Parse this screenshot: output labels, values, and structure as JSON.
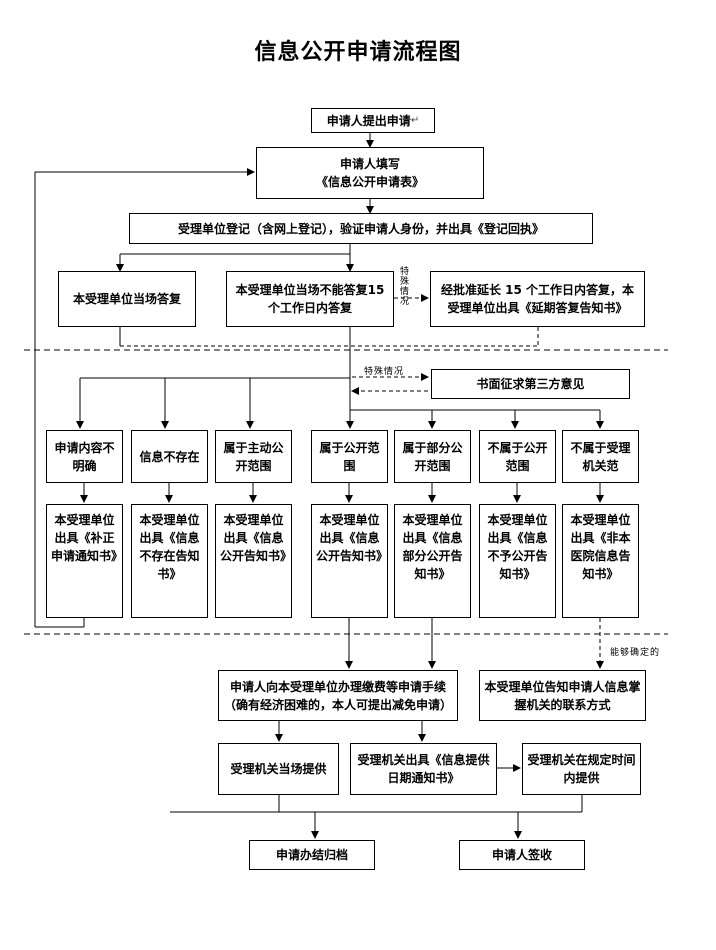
{
  "title": "信息公开申请流程图",
  "nodes": {
    "apply": "申请人提出申请",
    "fill_line1": "申请人填写",
    "fill_line2": "《信息公开申请表》",
    "register": "受理单位登记（含网上登记），验证申请人身份，并出具《登记回执》",
    "reply_now": "本受理单位当场答复",
    "reply_15": "本受理单位当场不能答复15个工作日内答复",
    "extend": "经批准延长 15 个工作日内答复，本受理单位出具《延期答复告知书》",
    "third_party": "书面征求第三方意见",
    "cat_unclear": "申请内容不明确",
    "cat_none": "信息不存在",
    "cat_active": "属于主动公开范围",
    "cat_public": "属于公开范围",
    "cat_partial": "属于部分公开范围",
    "cat_not": "不属于公开范围",
    "cat_notours": "不属于受理机关范",
    "out_unclear": "本受理单位出具《补正申请通知书》",
    "out_none": "本受理单位出具《信息不存在告知书》",
    "out_active": "本受理单位出具《信息公开告知书》",
    "out_public": "本受理单位出具《信息公开告知书》",
    "out_partial": "本受理单位出具《信息部分公开告知书》",
    "out_not": "本受理单位出具《信息不予公开告知书》",
    "out_notours": "本受理单位出具《非本医院信息告知书》",
    "fees": "申请人向本受理单位办理缴费等申请手续（确有经济困难的，本人可提出减免申请）",
    "inform_contact": "本受理单位告知申请人信息掌握机关的联系方式",
    "provide_now": "受理机关当场提供",
    "date_notice": "受理机关出具《信息提供日期通知书》",
    "provide_later": "受理机关在规定时间内提供",
    "archive": "申请办结归档",
    "sign": "申请人签收"
  },
  "notes": {
    "special": "特殊情况",
    "special_2": "特殊情况",
    "determinable": "能够确定的"
  },
  "mark": "↵",
  "line_color": "#000000"
}
